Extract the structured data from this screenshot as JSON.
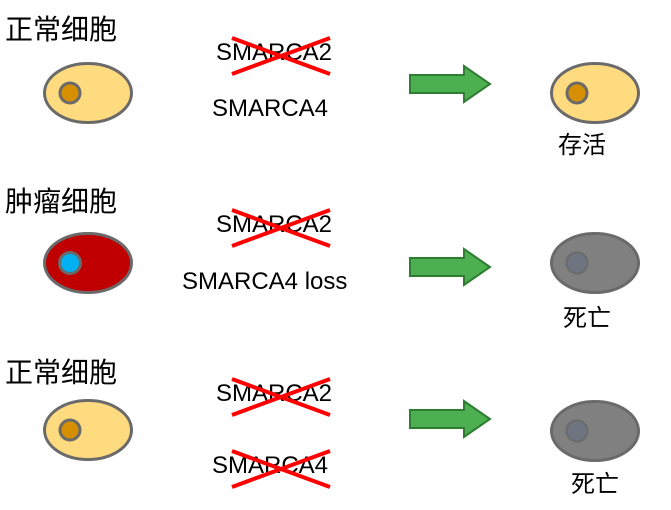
{
  "colors": {
    "normal_cell_fill": "#FFDB80",
    "normal_nucleus_fill": "#D68F00",
    "tumor_cell_fill": "#C00000",
    "tumor_nucleus_fill": "#00B0F0",
    "dead_cell_fill": "#808080",
    "dead_nucleus_fill": "#6E7580",
    "outline": "#6A6A6A",
    "arrow_fill": "#4CAF50",
    "arrow_stroke": "#2E7D32",
    "strike": "#FF0000"
  },
  "rows": [
    {
      "label": "正常细胞",
      "cell_type": "normal",
      "gene1": "SMARCA2",
      "gene1_crossed": true,
      "gene2": "SMARCA4",
      "gene2_crossed": false,
      "outcome_cell": "normal",
      "outcome": "存活"
    },
    {
      "label": "肿瘤细胞",
      "cell_type": "tumor",
      "gene1": "SMARCA2",
      "gene1_crossed": true,
      "gene2": "SMARCA4 loss",
      "gene2_crossed": false,
      "outcome_cell": "dead",
      "outcome": "死亡"
    },
    {
      "label": "正常细胞",
      "cell_type": "normal",
      "gene1": "SMARCA2",
      "gene1_crossed": true,
      "gene2": "SMARCA4",
      "gene2_crossed": true,
      "outcome_cell": "dead",
      "outcome": "死亡"
    }
  ]
}
